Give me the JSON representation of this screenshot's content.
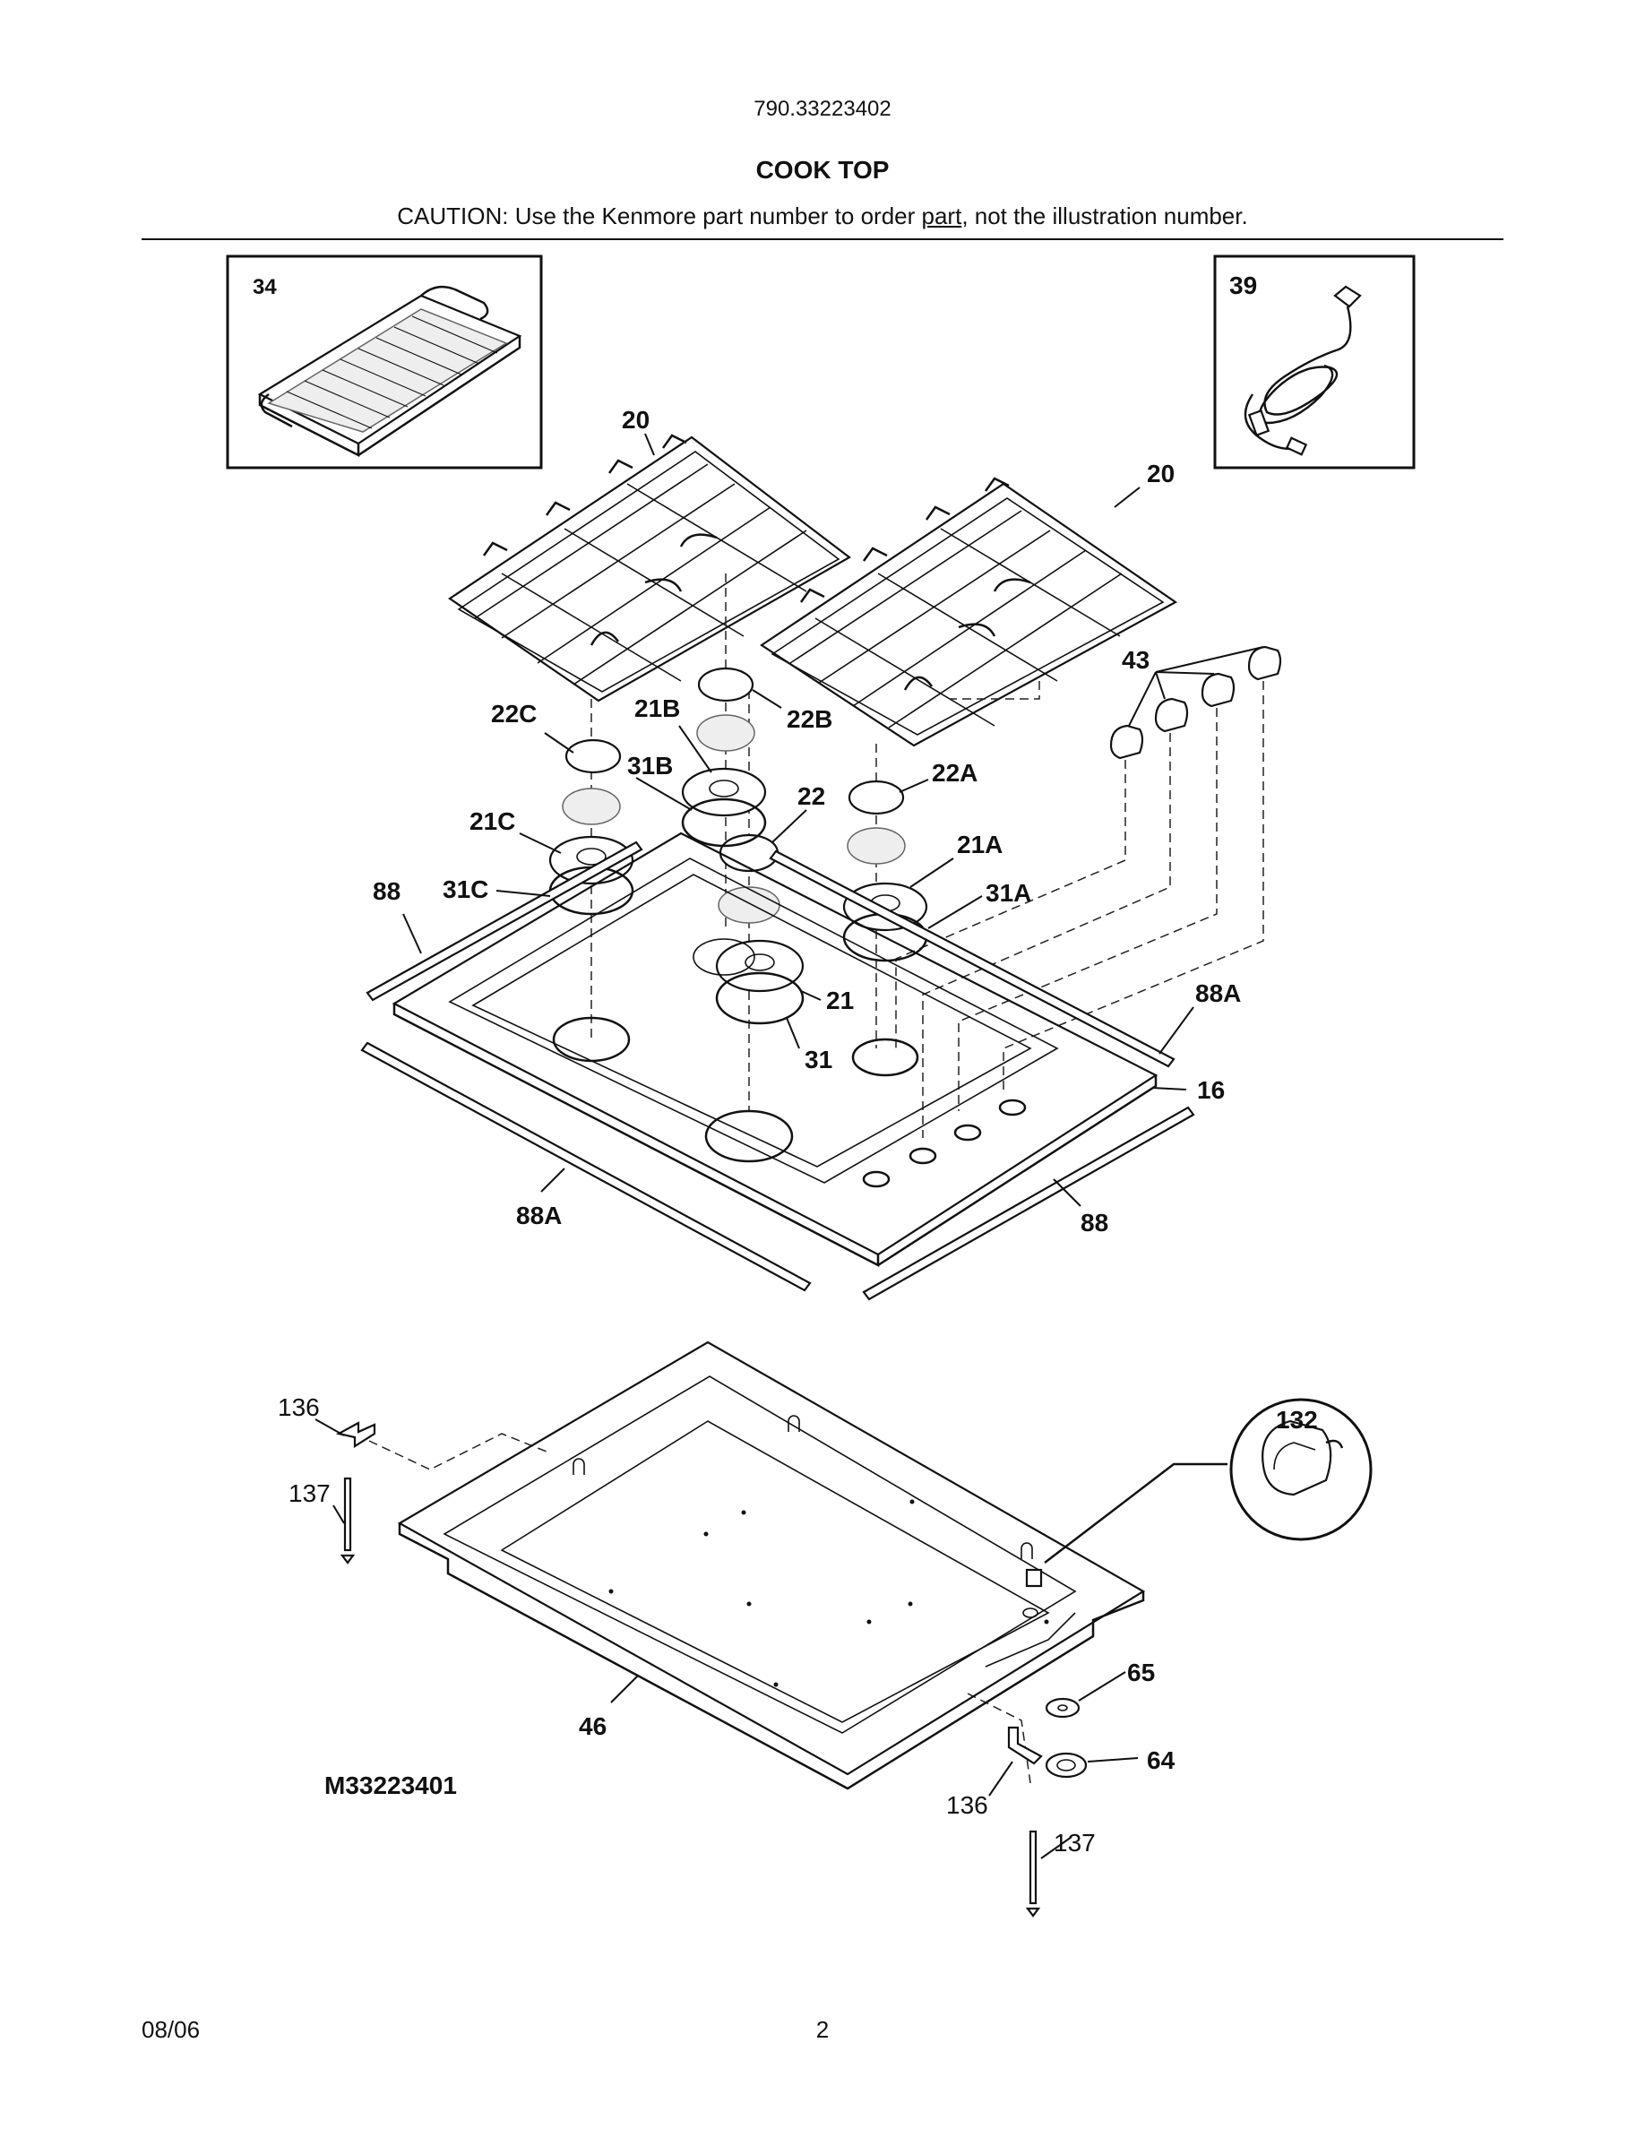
{
  "header": {
    "model_number": "790.33223402",
    "title": "COOK TOP",
    "caution_prefix": "CAUTION: Use the Kenmore part number to order ",
    "caution_underlined": "part",
    "caution_suffix": ", not the illustration number."
  },
  "callouts": {
    "griddle": "34",
    "cord": "39",
    "grate_left": "20",
    "grate_right": "20",
    "knobs": "43",
    "cap_22c": "22C",
    "head_21b": "21B",
    "cap_22b": "22B",
    "ring_31b": "31B",
    "cap_22a": "22A",
    "cap_22": "22",
    "head_21c": "21C",
    "head_21a": "21A",
    "seal_88_left": "88",
    "ring_31c": "31C",
    "ring_31a": "31A",
    "head_21": "21",
    "seal_88a_right": "88A",
    "ring_31": "31",
    "top_16": "16",
    "seal_88a_bottom": "88A",
    "seal_88_bottom": "88",
    "bracket_136_top": "136",
    "screw_137_top": "137",
    "spark_132": "132",
    "grommet_65": "65",
    "grommet_64": "64",
    "pan_46": "46",
    "bracket_136_bottom": "136",
    "screw_137_bottom": "137"
  },
  "diagram_id": "M33223401",
  "footer": {
    "date": "08/06",
    "page": "2"
  }
}
